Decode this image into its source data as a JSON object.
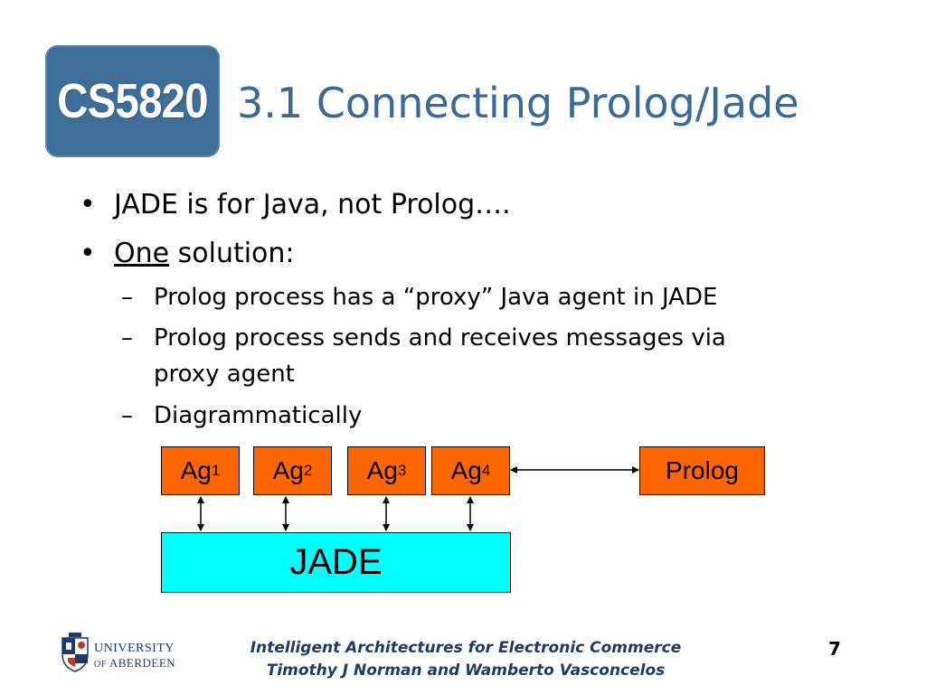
{
  "logo": {
    "text": "CS5820"
  },
  "slide": {
    "title": "3.1 Connecting Prolog/Jade"
  },
  "bullets": [
    {
      "marker": "•",
      "text": "JADE is for Java, not Prolog…."
    },
    {
      "marker": "•",
      "underlined": "One",
      "rest": " solution:"
    }
  ],
  "sub_bullets": [
    {
      "marker": "–",
      "text": "Prolog process has a “proxy” Java agent in JADE"
    },
    {
      "marker": "–",
      "text_line1": "Prolog process sends and receives messages via",
      "text_line2": "proxy agent"
    },
    {
      "marker": "–",
      "text": "Diagrammatically"
    }
  ],
  "diagram": {
    "agents": [
      {
        "name": "Ag",
        "sub": "1"
      },
      {
        "name": "Ag",
        "sub": "2"
      },
      {
        "name": "Ag",
        "sub": "3"
      },
      {
        "name": "Ag",
        "sub": "4"
      }
    ],
    "prolog_label": "Prolog",
    "platform_label": "JADE",
    "colors": {
      "agent_fill": "#ff6600",
      "platform_fill": "#00ffff"
    }
  },
  "footer": {
    "university": "UNIVERSITY",
    "of": "OF",
    "aberdeen": "ABERDEEN",
    "line1": "Intelligent Architectures for Electronic Commerce",
    "line2": "Timothy J Norman and Wamberto Vasconcelos",
    "page_number": "7"
  }
}
